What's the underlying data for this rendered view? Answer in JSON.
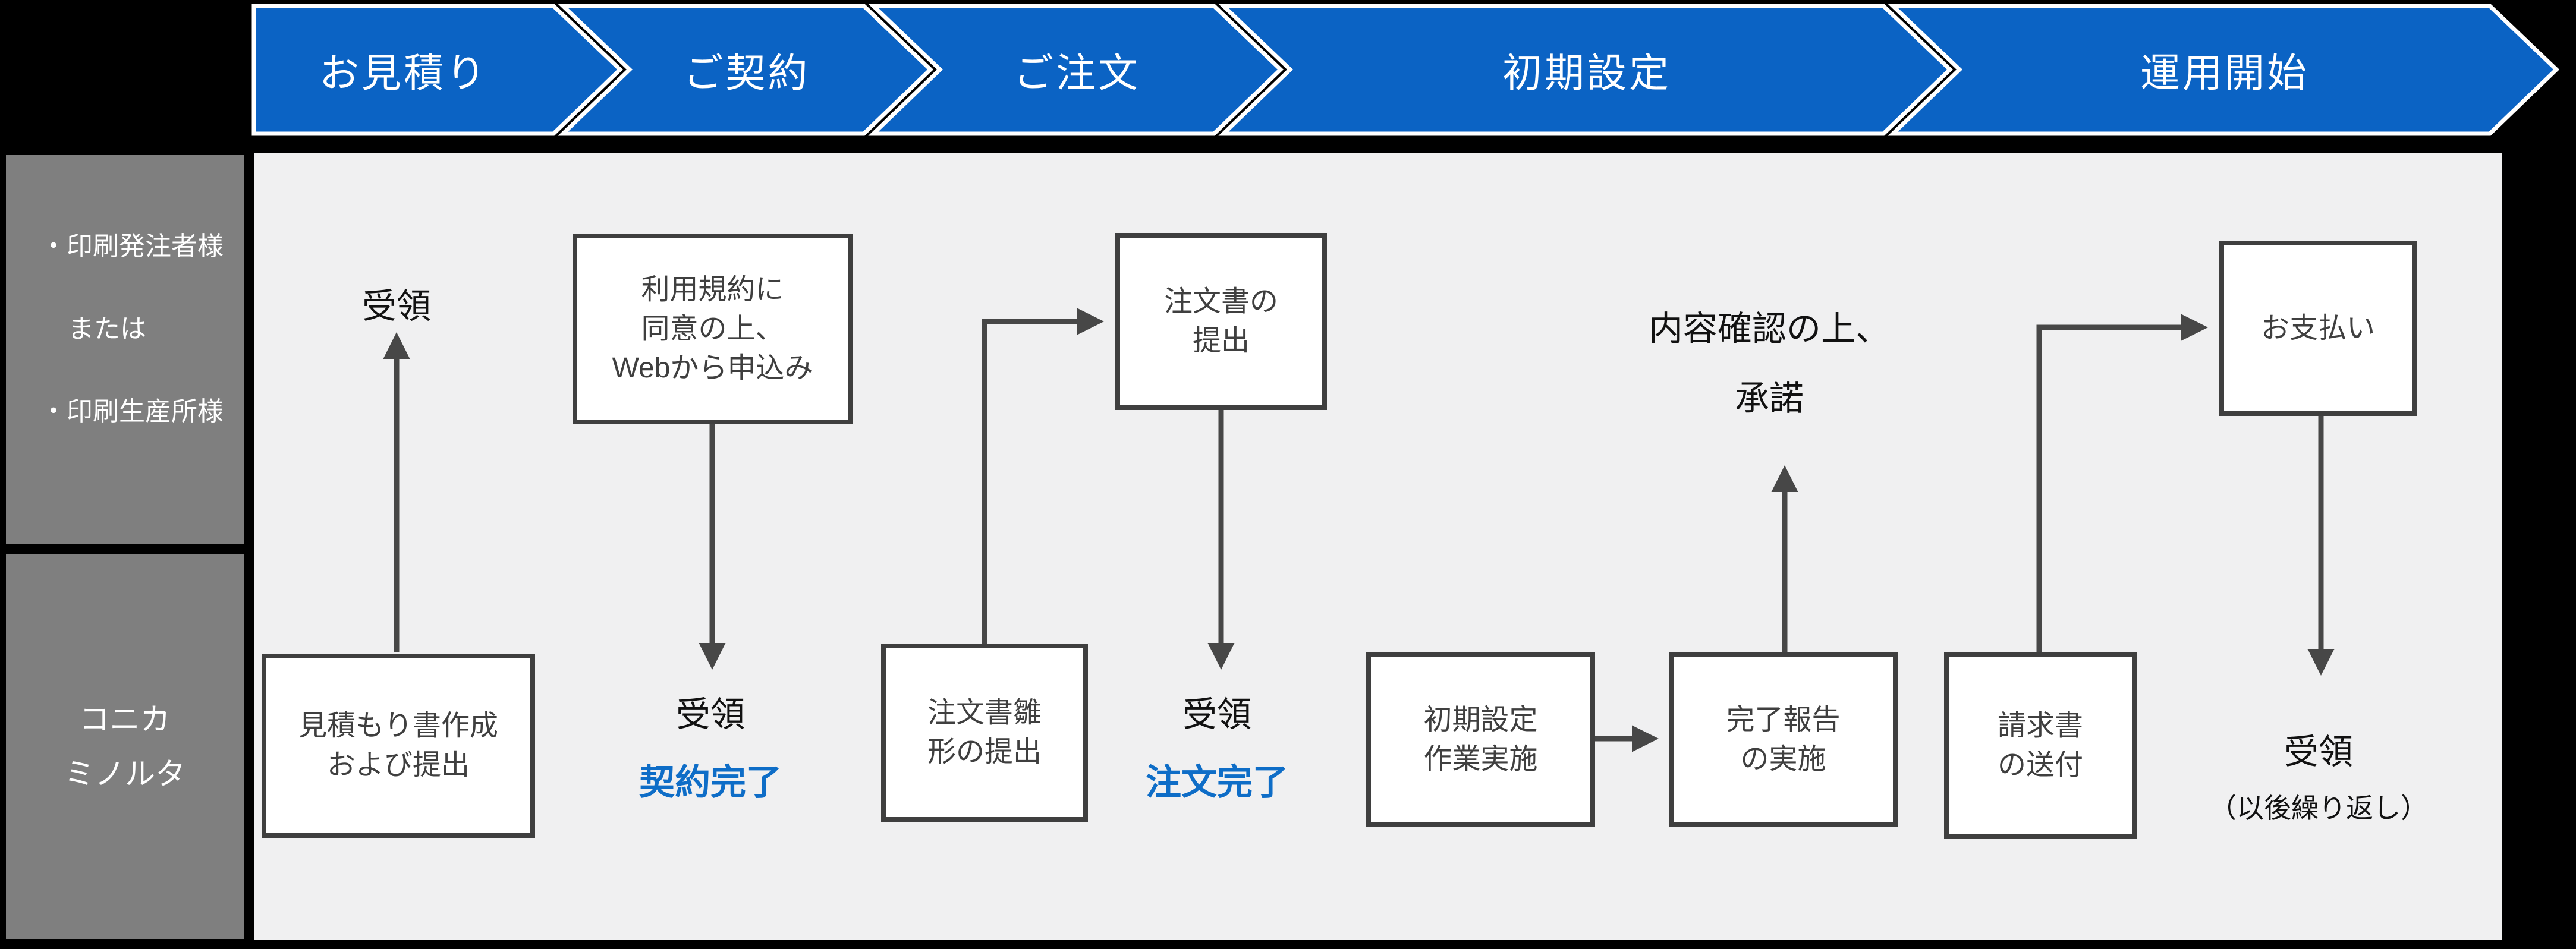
{
  "colors": {
    "chevron_blue": "#0b63c4",
    "accent_blue": "#0e6dc7",
    "panel_gray": "#f0f0f1",
    "lane_gray": "#7f7f7f",
    "box_border": "#3f3f3f",
    "arrow_gray": "#474747",
    "background": "#000000"
  },
  "stages": [
    {
      "label": "お見積り"
    },
    {
      "label": "ご契約"
    },
    {
      "label": "ご注文"
    },
    {
      "label": "初期設定"
    },
    {
      "label": "運用開始"
    }
  ],
  "lanes": {
    "customer": {
      "line1": "・印刷発注者様",
      "line2": "または",
      "line3": "・印刷生産所様"
    },
    "vendor": {
      "line1": "コニカ",
      "line2": "ミノルタ"
    }
  },
  "flow": {
    "receive_quote": "受領",
    "estimate": {
      "line1": "見積もり書作成",
      "line2": "および提出"
    },
    "terms": {
      "line1": "利用規約に",
      "line2": "同意の上、",
      "line3": "Webから申込み"
    },
    "receive_contract": "受領",
    "contract_done": "契約完了",
    "order_template": {
      "line1": "注文書雛",
      "line2": "形の提出"
    },
    "order_submit": {
      "line1": "注文書の",
      "line2": "提出"
    },
    "receive_order": "受領",
    "order_done": "注文完了",
    "setup": {
      "line1": "初期設定",
      "line2": "作業実施"
    },
    "report": {
      "line1": "完了報告",
      "line2": "の実施"
    },
    "approve": {
      "line1": "内容確認の上、",
      "line2": "承諾"
    },
    "invoice": {
      "line1": "請求書",
      "line2": "の送付"
    },
    "payment": "お支払い",
    "receive_payment": "受領",
    "repeat_note": "（以後繰り返し）"
  }
}
